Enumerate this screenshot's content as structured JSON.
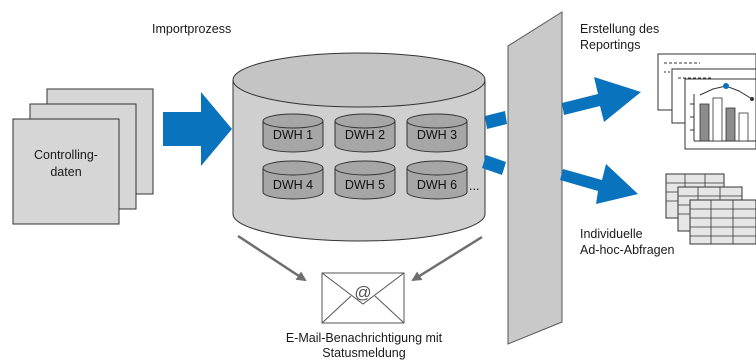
{
  "labels": {
    "import_process": "Importprozess",
    "controlling_data": [
      "Controlling-",
      "daten"
    ],
    "reporting": [
      "Erstellung des",
      "Reportings"
    ],
    "adhoc": [
      "Individuelle",
      "Ad-hoc-Abfragen"
    ],
    "email": [
      "E-Mail-Benachrichtigung mit",
      "Statusmeldung"
    ],
    "ellipsis": "..."
  },
  "warehouses": [
    "DWH 1",
    "DWH 2",
    "DWH 3",
    "DWH 4",
    "DWH 5",
    "DWH 6"
  ],
  "email_symbol": "@",
  "colors": {
    "arrow_blue": "#0a73bd",
    "gray_arrow": "#6e6e6e",
    "cylinder_fill": "#cfcfcf",
    "cylinder_top": "#c4c4c4",
    "small_cylinder": "#a6a6a6",
    "panel": "#c9c9c9",
    "document": "#d6d6d6"
  }
}
